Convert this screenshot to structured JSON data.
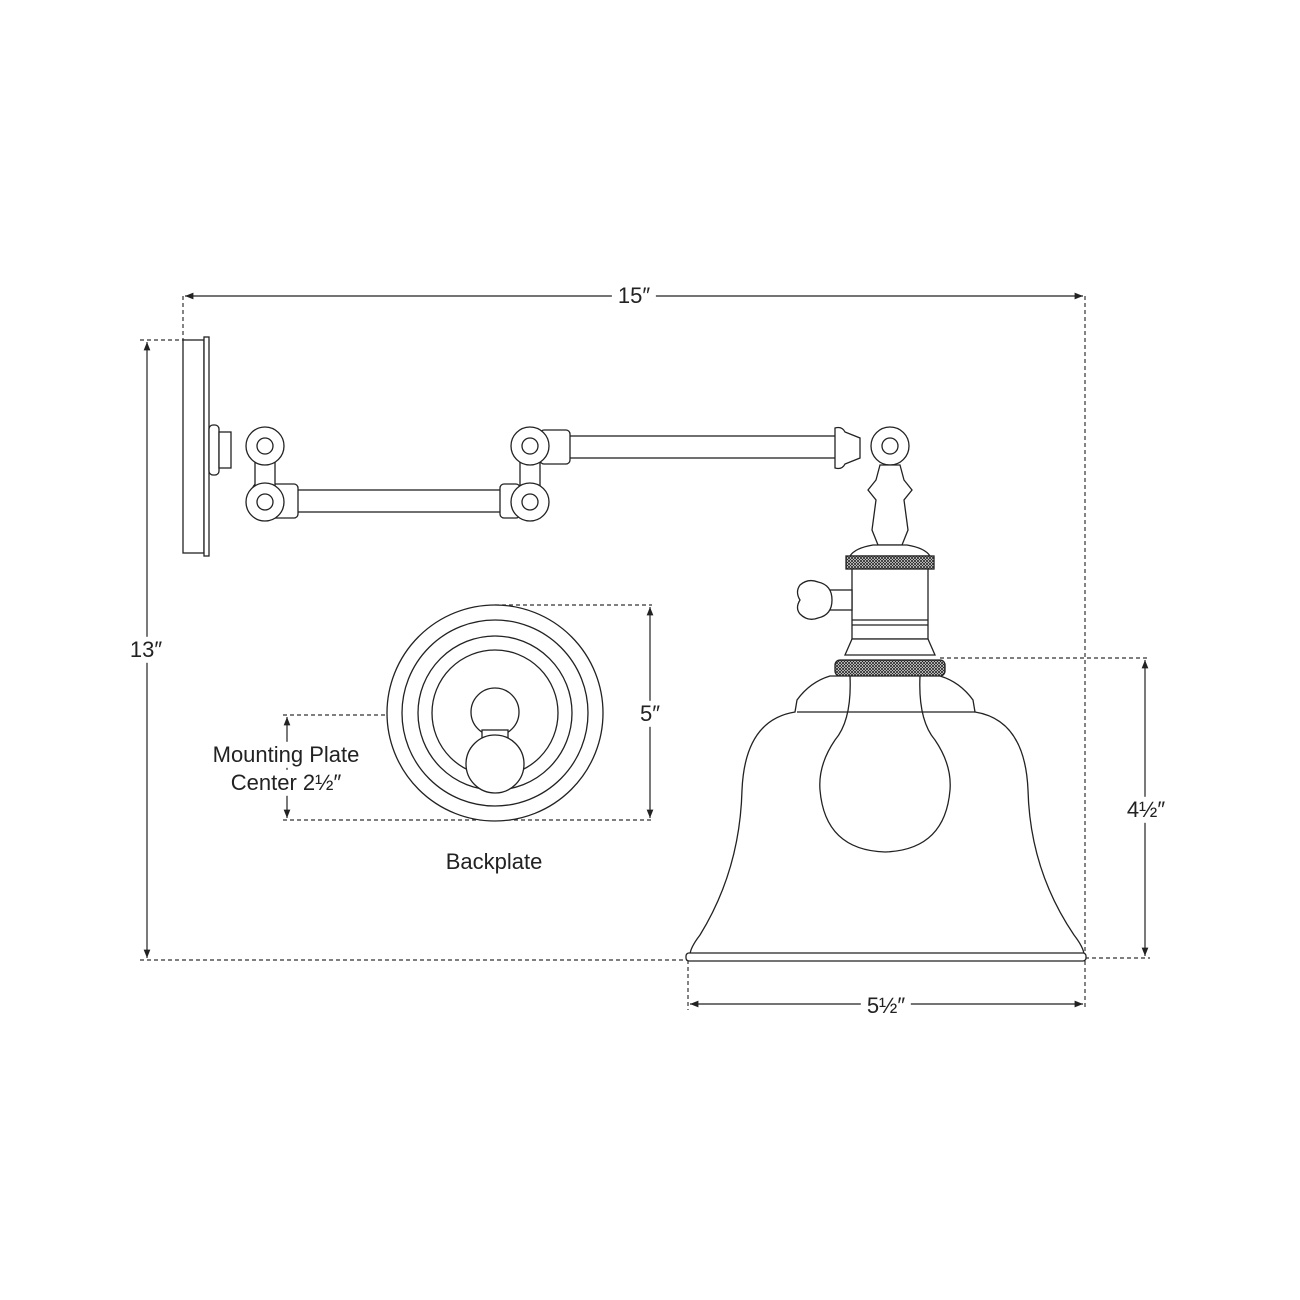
{
  "dimensions": {
    "overall_width": "15″",
    "overall_height": "13″",
    "backplate_diameter": "5″",
    "mounting_plate_center_line1": "Mounting Plate",
    "mounting_plate_center_line2": "Center 2½″",
    "shade_height": "4½″",
    "shade_width": "5½″"
  },
  "labels": {
    "backplate": "Backplate"
  }
}
